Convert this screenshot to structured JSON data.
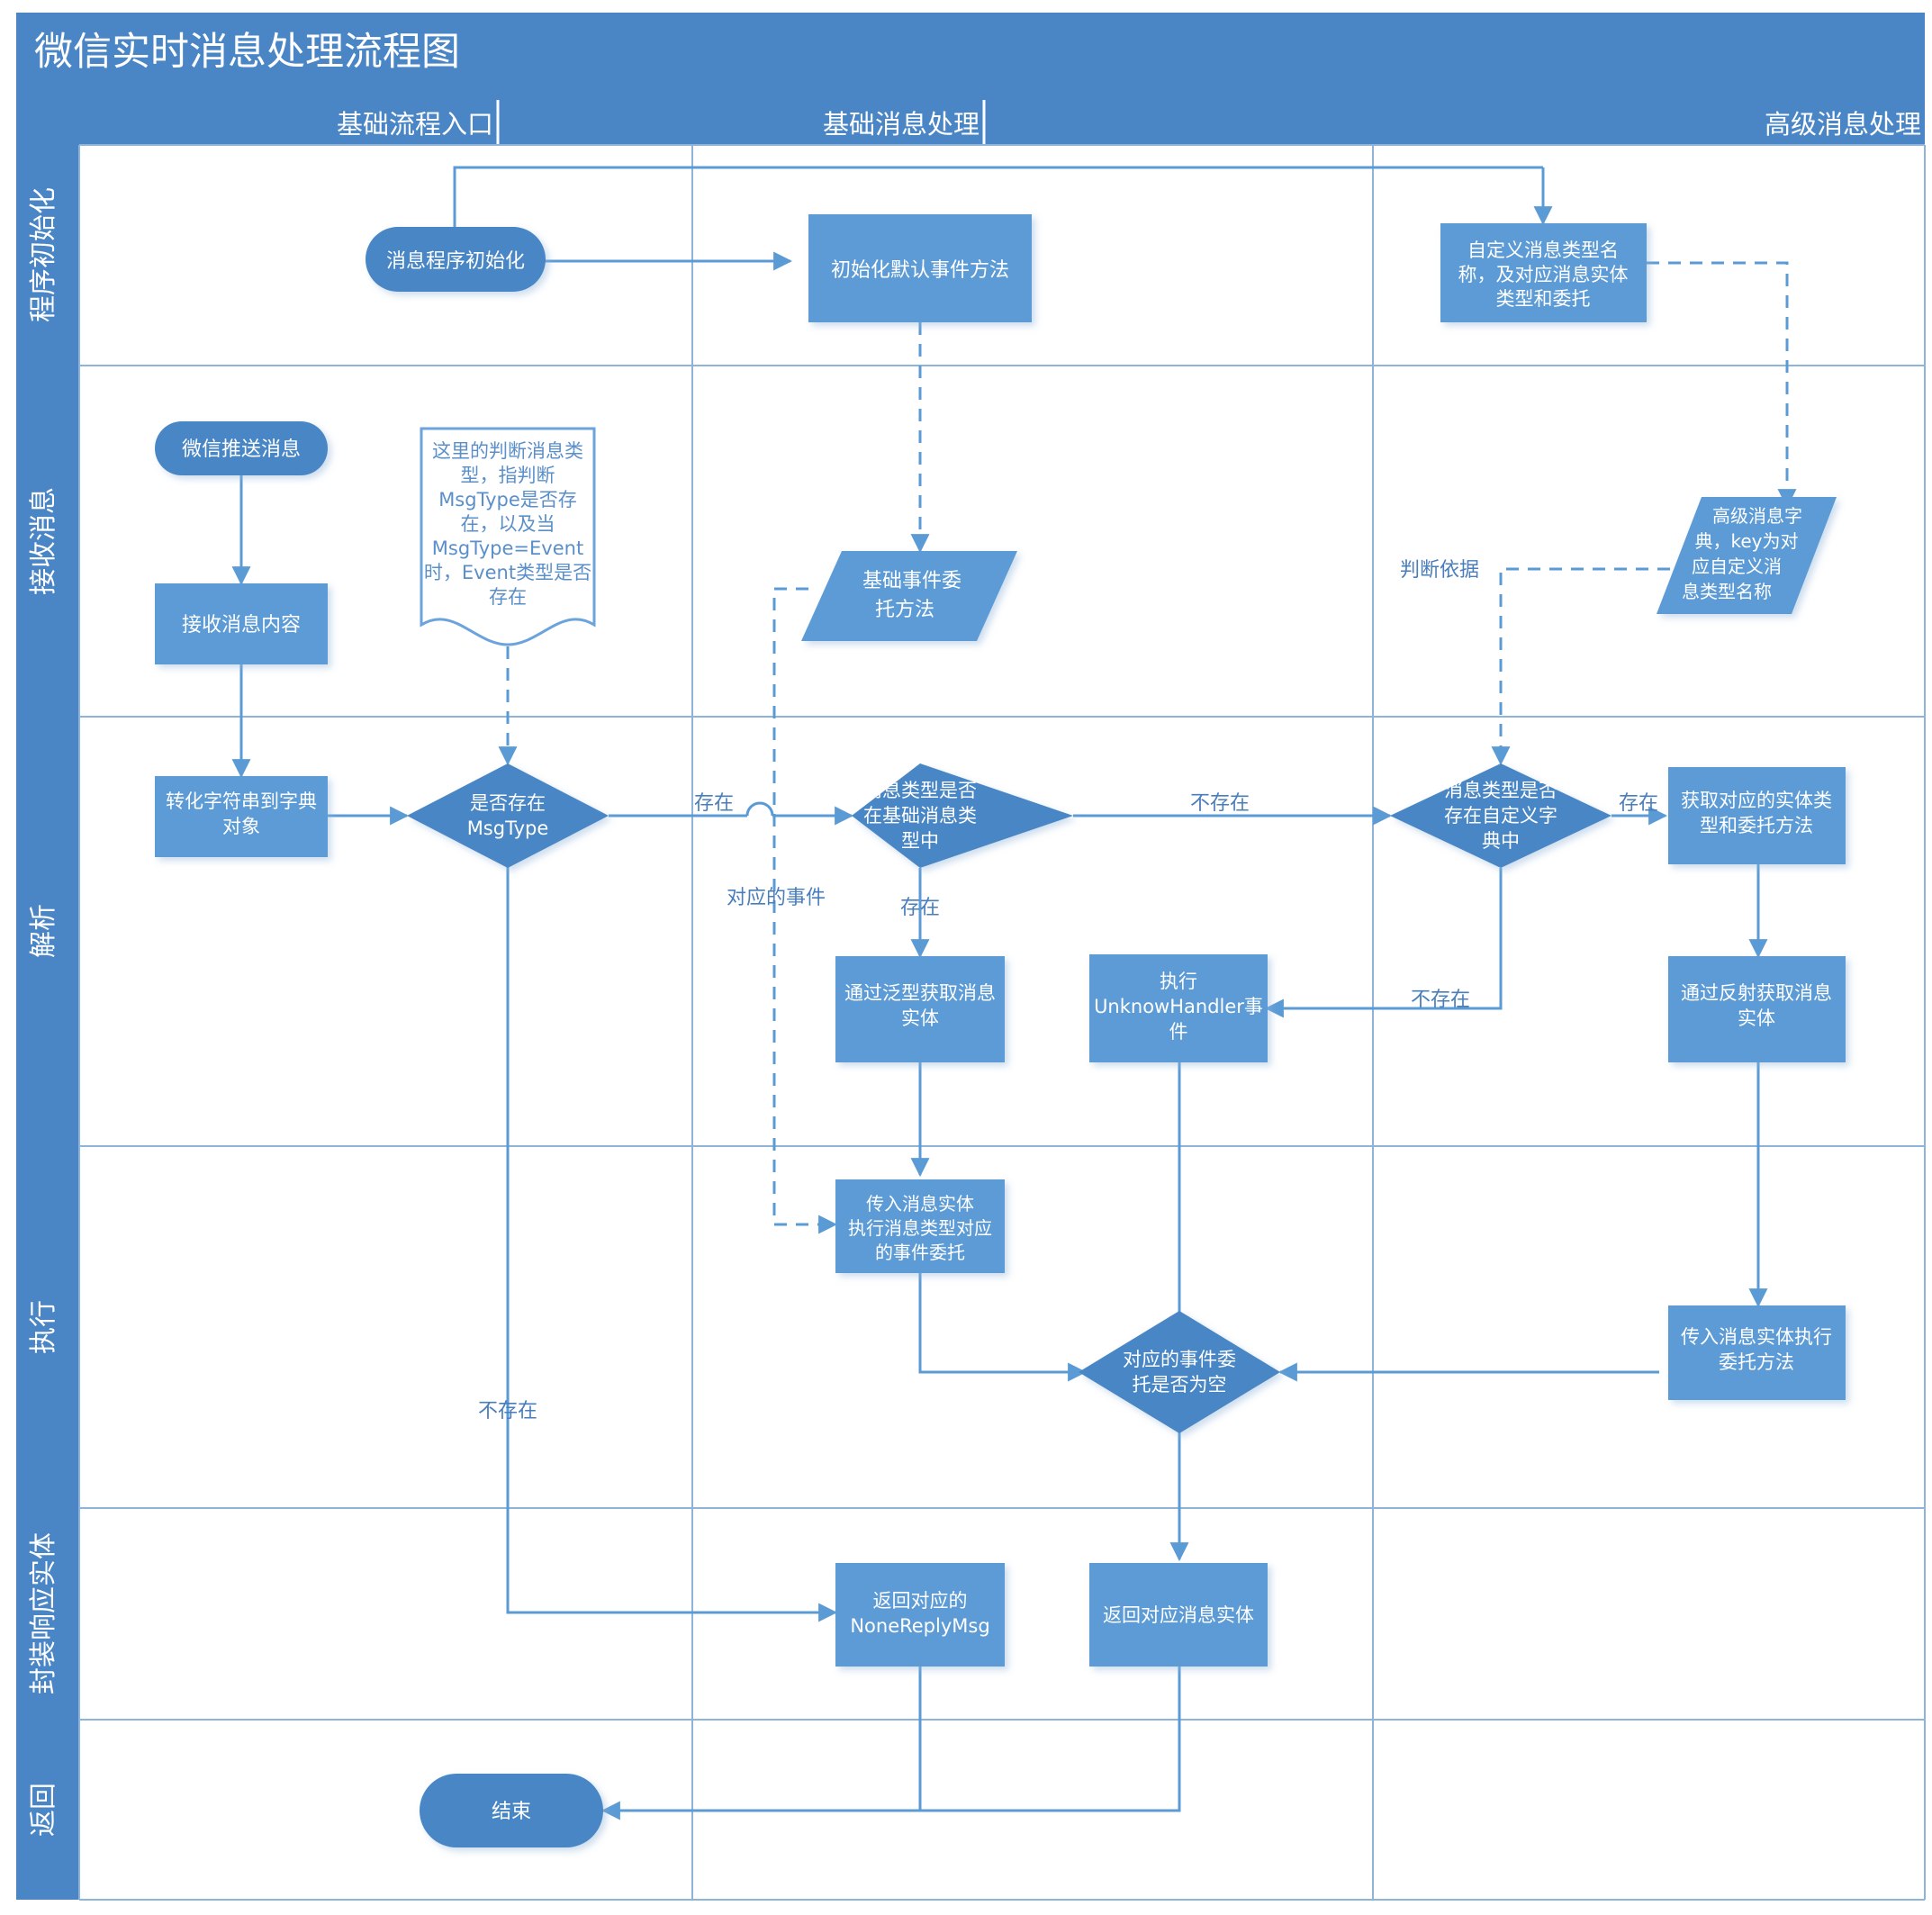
{
  "title": "微信实时消息处理流程图",
  "theme": {
    "header_band": "#4a86c5",
    "shape_fill": "#5b9bd5",
    "shape_fill_dark": "#4a86c5",
    "line": "#5b9bd5",
    "label_text": "#4a7ebb",
    "grid": "#8fb4d9",
    "note_border": "#6ba3dc",
    "note_text": "#5b8fc9",
    "white": "#ffffff"
  },
  "columns": [
    {
      "id": "col-basic-entry",
      "label": "基础流程入口"
    },
    {
      "id": "col-basic-process",
      "label": "基础消息处理"
    },
    {
      "id": "col-advanced-process",
      "label": "高级消息处理"
    }
  ],
  "rows": [
    {
      "id": "row-init",
      "label": "程序初始化"
    },
    {
      "id": "row-receive",
      "label": "接收消息"
    },
    {
      "id": "row-parse",
      "label": "解析"
    },
    {
      "id": "row-execute",
      "label": "执行"
    },
    {
      "id": "row-wrap",
      "label": "封装响应实体"
    },
    {
      "id": "row-return",
      "label": "返回"
    }
  ],
  "nodes": [
    {
      "id": "n-init-start",
      "shape": "terminator",
      "text": "消息程序初始化"
    },
    {
      "id": "n-init-default",
      "shape": "process",
      "text": "初始化默认事件方法"
    },
    {
      "id": "n-init-custom",
      "shape": "process",
      "text": "自定义消息类型名称，及对应消息实体类型和委托"
    },
    {
      "id": "n-wechat-push",
      "shape": "terminator",
      "text": "微信推送消息"
    },
    {
      "id": "n-receive-content",
      "shape": "process",
      "text": "接收消息内容"
    },
    {
      "id": "n-note",
      "shape": "note",
      "text": "这里的判断消息类型，指判断MsgType是否存在，以及当MsgType=Event时，Event类型是否存在"
    },
    {
      "id": "n-basic-delegate",
      "shape": "parallelogram",
      "text": "基础事件委托方法"
    },
    {
      "id": "n-adv-dict",
      "shape": "parallelogram",
      "text": "高级消息字典，key为对应自定义消息类型名称"
    },
    {
      "id": "n-str2dict",
      "shape": "process",
      "text": "转化字符串到字典对象"
    },
    {
      "id": "n-has-msgtype",
      "shape": "decision",
      "text": "是否存在MsgType"
    },
    {
      "id": "n-in-basic-types",
      "shape": "decision",
      "text": "消息类型是否在基础消息类型中"
    },
    {
      "id": "n-in-custom-dict",
      "shape": "decision",
      "text": "消息类型是否存在自定义字典中"
    },
    {
      "id": "n-get-entity-type",
      "shape": "process",
      "text": "获取对应的实体类型和委托方法"
    },
    {
      "id": "n-generic-entity",
      "shape": "process",
      "text": "通过泛型获取消息实体"
    },
    {
      "id": "n-unknown-handler",
      "shape": "process",
      "text": "执行UnknowHandler事件"
    },
    {
      "id": "n-reflect-entity",
      "shape": "process",
      "text": "通过反射获取消息实体"
    },
    {
      "id": "n-invoke-delegate",
      "shape": "process",
      "text": "传入消息实体执行消息类型对应的事件委托"
    },
    {
      "id": "n-delegate-empty",
      "shape": "decision",
      "text": "对应的事件委托是否为空"
    },
    {
      "id": "n-invoke-method",
      "shape": "process",
      "text": "传入消息实体执行委托方法"
    },
    {
      "id": "n-none-reply",
      "shape": "process",
      "text": "返回对应的NoneReplyMsg"
    },
    {
      "id": "n-return-entity",
      "shape": "process",
      "text": "返回对应消息实体"
    },
    {
      "id": "n-end",
      "shape": "terminator",
      "text": "结束"
    }
  ],
  "edge_labels": [
    {
      "id": "lbl-exist-1",
      "text": "存在"
    },
    {
      "id": "lbl-exist-2",
      "text": "存在"
    },
    {
      "id": "lbl-exist-3",
      "text": "存在"
    },
    {
      "id": "lbl-notexist-1",
      "text": "不存在"
    },
    {
      "id": "lbl-notexist-2",
      "text": "不存在"
    },
    {
      "id": "lbl-notexist-3",
      "text": "不存在"
    },
    {
      "id": "lbl-corresponding-event",
      "text": "对应的事件"
    },
    {
      "id": "lbl-judge-basis",
      "text": "判断依据"
    }
  ],
  "node_text_lines": {
    "n-init-start": [
      "消息程序初始化"
    ],
    "n-init-default": [
      "初始化默认事件方法"
    ],
    "n-init-custom": [
      "自定义消息类型名",
      "称，及对应消息实体",
      "类型和委托"
    ],
    "n-wechat-push": [
      "微信推送消息"
    ],
    "n-receive-content": [
      "接收消息内容"
    ],
    "n-note": [
      "这里的判断消息类",
      "型，指判断",
      "MsgType是否存",
      "在，以及当",
      "MsgType=Event",
      "时，Event类型是否",
      "存在"
    ],
    "n-basic-delegate": [
      "基础事件委",
      "托方法"
    ],
    "n-adv-dict": [
      "高级消息字",
      "典，key为对",
      "应自定义消",
      "息类型名称"
    ],
    "n-str2dict": [
      "转化字符串到字典",
      "对象"
    ],
    "n-has-msgtype": [
      "是否存在",
      "MsgType"
    ],
    "n-in-basic-types": [
      "消息类型是否",
      "在基础消息类",
      "型中"
    ],
    "n-in-custom-dict": [
      "消息类型是否",
      "存在自定义字",
      "典中"
    ],
    "n-get-entity-type": [
      "获取对应的实体类",
      "型和委托方法"
    ],
    "n-generic-entity": [
      "通过泛型获取消息",
      "实体"
    ],
    "n-unknown-handler": [
      "执行",
      "UnknowHandler事",
      "件"
    ],
    "n-reflect-entity": [
      "通过反射获取消息",
      "实体"
    ],
    "n-invoke-delegate": [
      "传入消息实体",
      "执行消息类型对应",
      "的事件委托"
    ],
    "n-delegate-empty": [
      "对应的事件委",
      "托是否为空"
    ],
    "n-invoke-method": [
      "传入消息实体执行",
      "委托方法"
    ],
    "n-none-reply": [
      "返回对应的",
      "NoneReplyMsg"
    ],
    "n-return-entity": [
      "返回对应消息实体"
    ],
    "n-end": [
      "结束"
    ]
  }
}
